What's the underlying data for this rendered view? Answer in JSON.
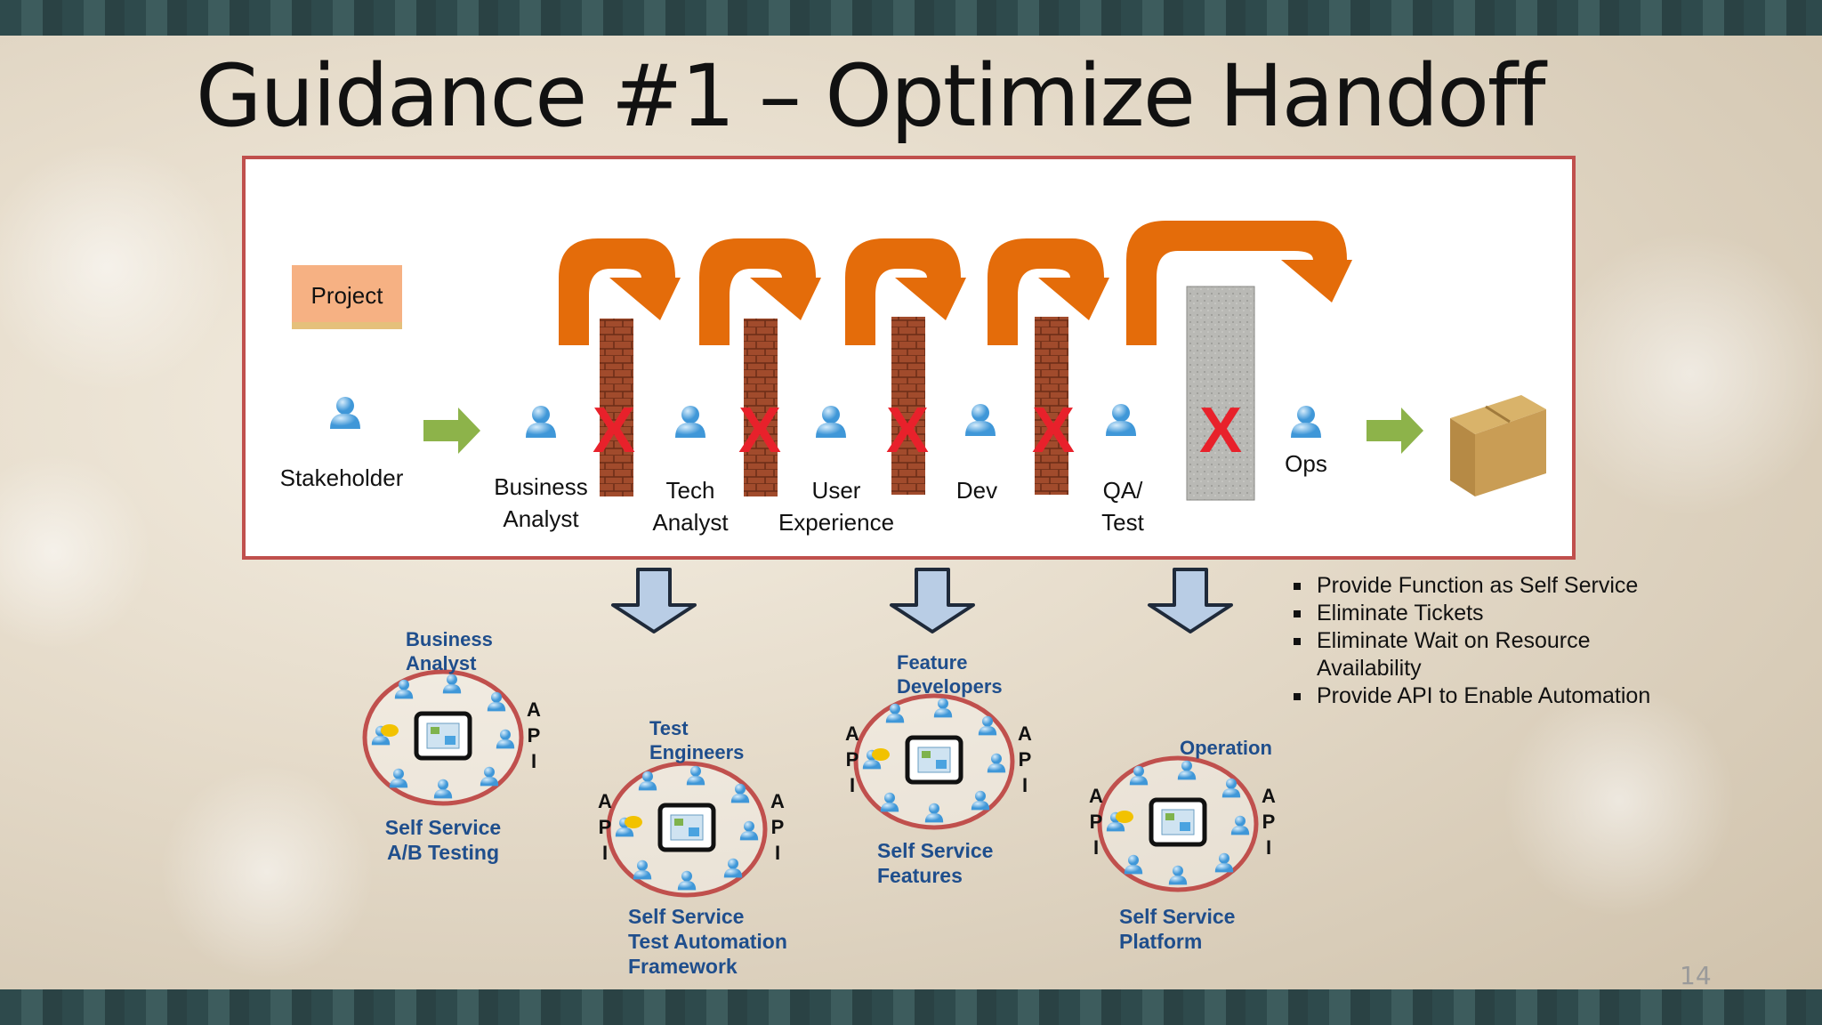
{
  "slide": {
    "title": "Guidance #1 – Optimize Handoff",
    "page_number": "14"
  },
  "flow": {
    "project_label": "Project",
    "roles": [
      {
        "id": "stakeholder",
        "lines": [
          "Stakeholder"
        ]
      },
      {
        "id": "business-analyst",
        "lines": [
          "Business",
          "Analyst"
        ]
      },
      {
        "id": "tech-analyst",
        "lines": [
          "Tech",
          "Analyst"
        ]
      },
      {
        "id": "user-experience",
        "lines": [
          "User",
          "Experience"
        ]
      },
      {
        "id": "dev",
        "lines": [
          "Dev"
        ]
      },
      {
        "id": "qa-test",
        "lines": [
          "QA/",
          "Test"
        ]
      },
      {
        "id": "ops",
        "lines": [
          "Ops"
        ]
      }
    ],
    "barrier_mark": "X"
  },
  "self_service": [
    {
      "id": "ab-testing",
      "top": [
        "Business",
        "Analyst"
      ],
      "bottom": [
        "Self Service",
        "A/B Testing"
      ]
    },
    {
      "id": "test-automation",
      "top": [
        "Test",
        "Engineers"
      ],
      "bottom": [
        "Self Service",
        "Test Automation",
        "Framework"
      ]
    },
    {
      "id": "features",
      "top": [
        "Feature",
        "Developers"
      ],
      "bottom": [
        "Self Service",
        "Features"
      ]
    },
    {
      "id": "platform",
      "top": [
        "Operation"
      ],
      "bottom": [
        "Self Service",
        "Platform"
      ]
    }
  ],
  "api_letters": [
    "A",
    "P",
    "I"
  ],
  "bullets": [
    "Provide Function as Self Service",
    "Eliminate Tickets",
    "Eliminate Wait on Resource Availability",
    "Provide API to Enable Automation"
  ],
  "colors": {
    "frame_red": "#c0504d",
    "hook_orange": "#e46c0a",
    "go_green": "#8db34a",
    "x_red": "#e8212b",
    "person_blue": "#4aa3e0",
    "team_text": "#1f4e8c",
    "down_arrow": "#b9cde5"
  }
}
